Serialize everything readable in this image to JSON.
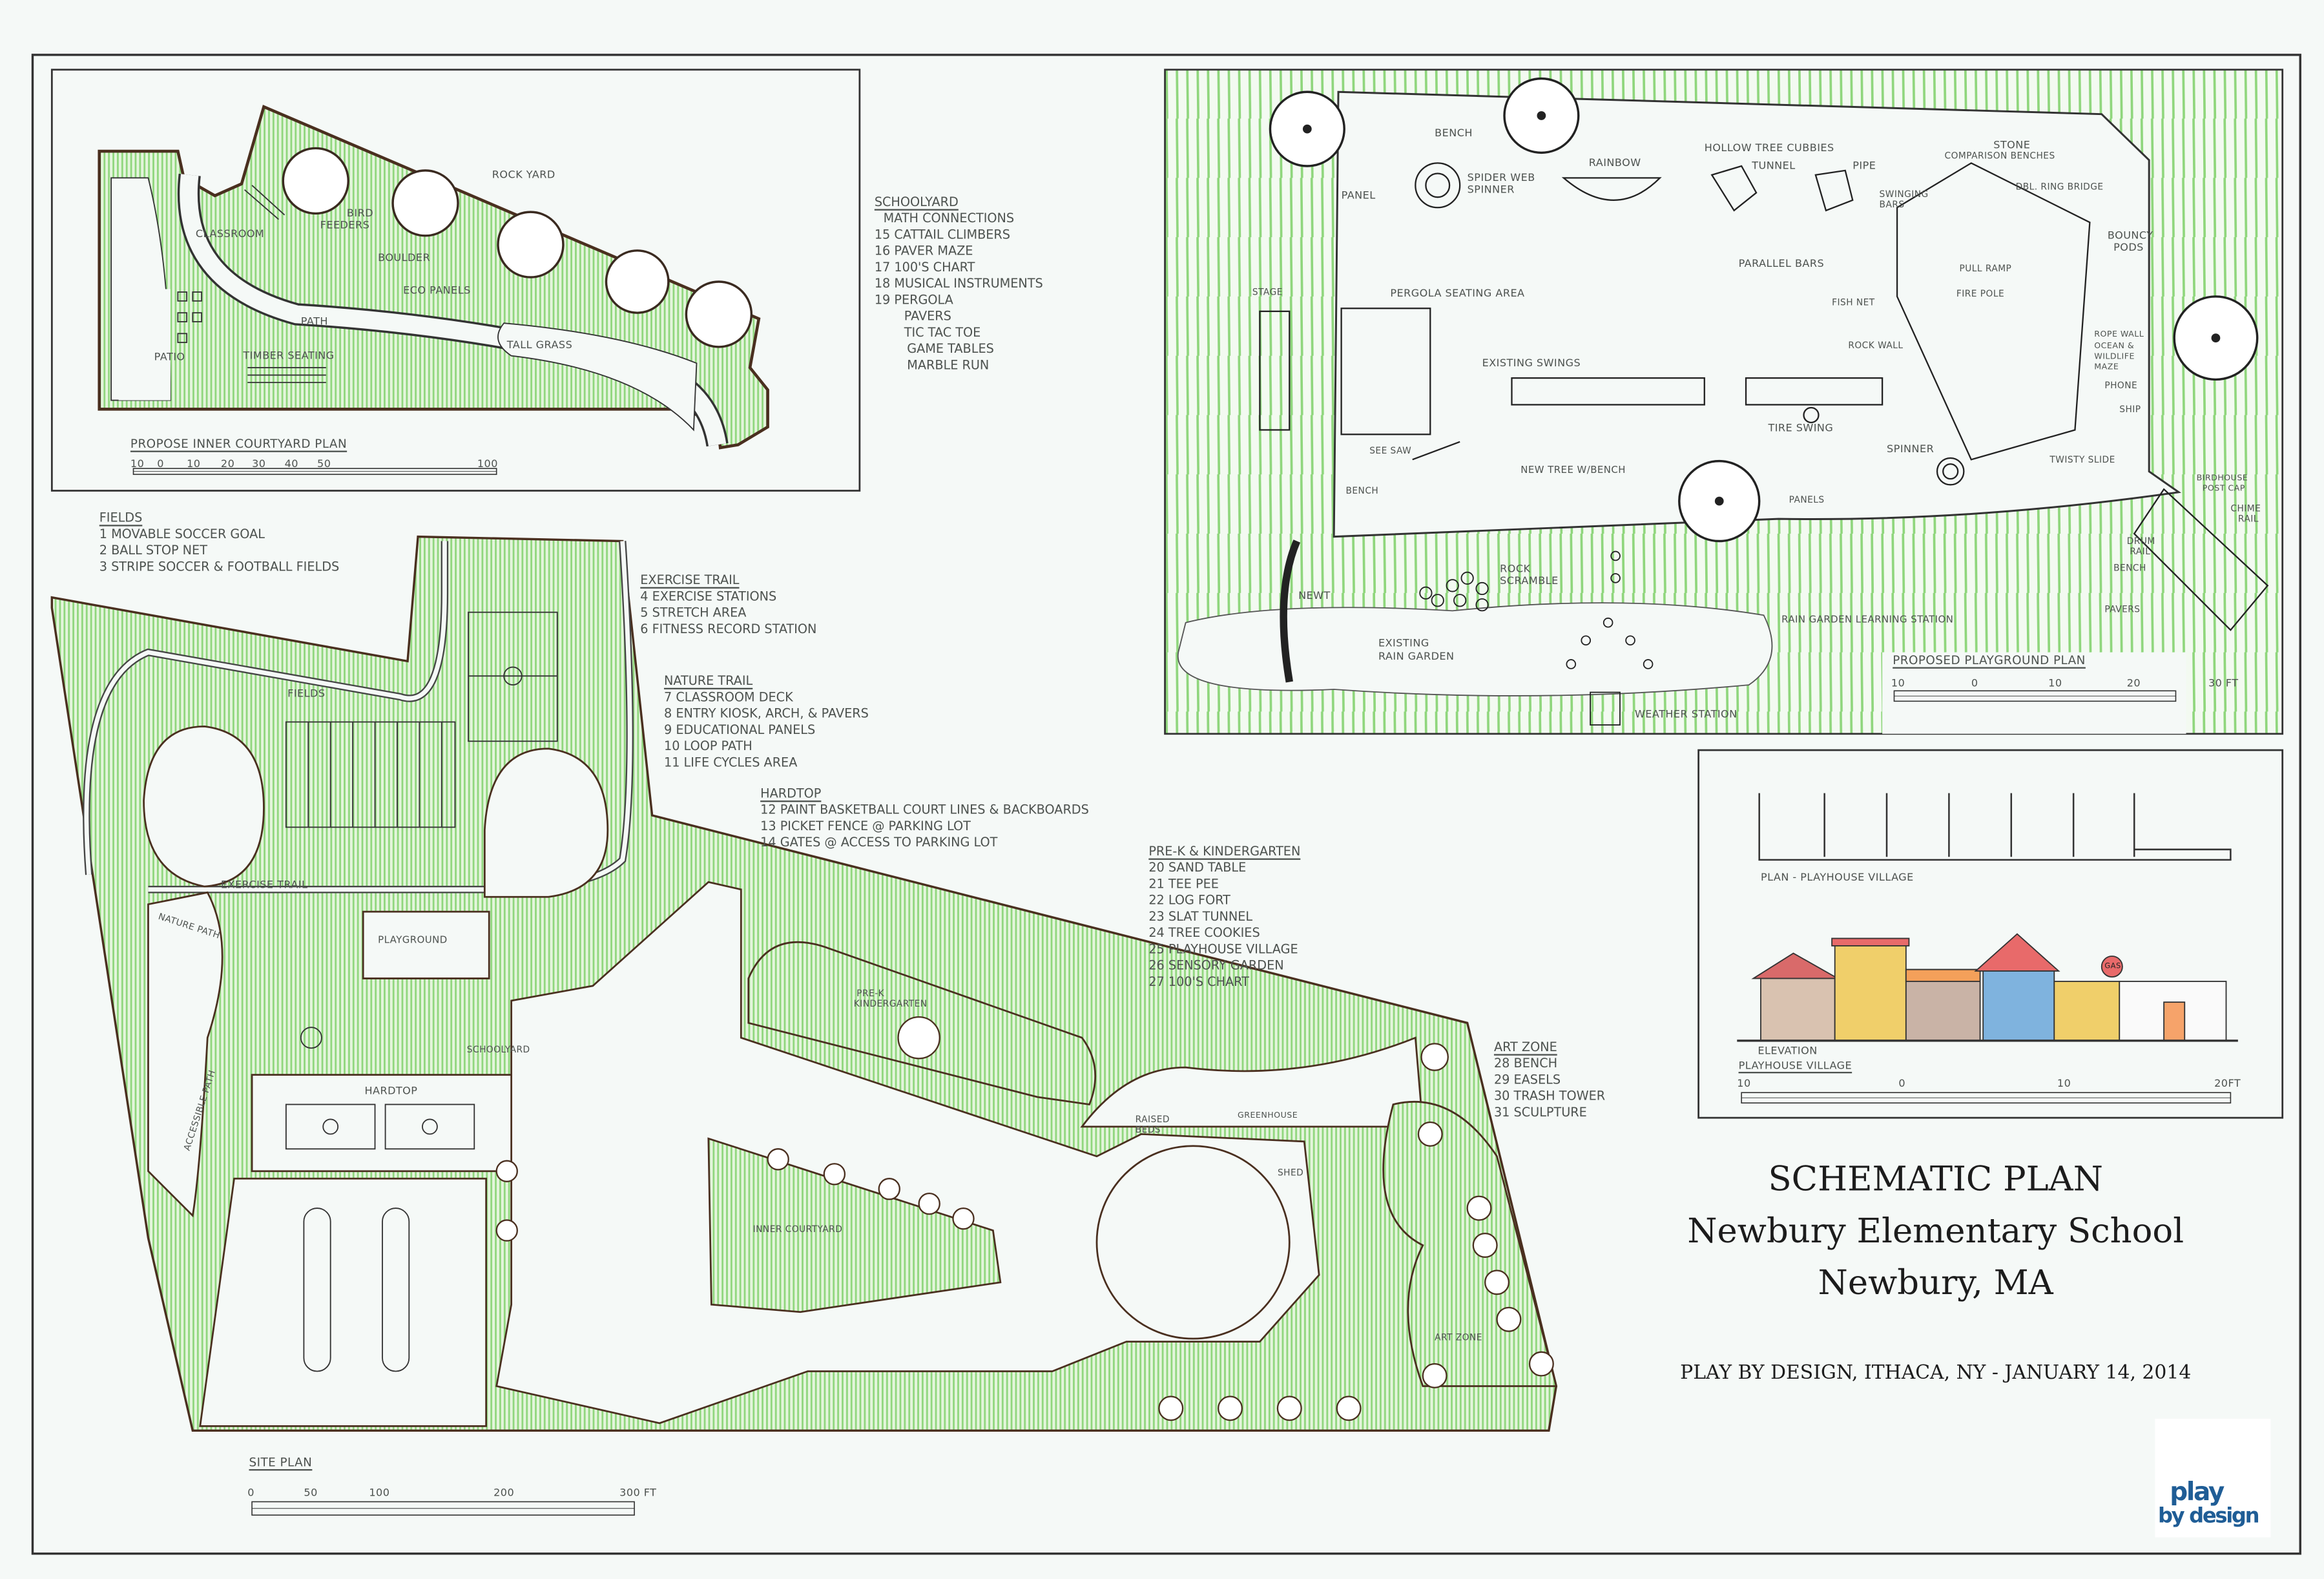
{
  "title": {
    "main": "SCHEMATIC PLAN",
    "school": "Newbury Elementary School",
    "location": "Newbury, MA",
    "credit": "PLAY BY DESIGN, ITHACA, NY - JANUARY 14, 2014"
  },
  "logo": {
    "line1": "play",
    "line2": "by design"
  },
  "colors": {
    "grass": "#8fd67c",
    "ink": "#2b2b2b",
    "brown_ink": "#5a3a26",
    "logo_blue": "#1f5d96",
    "logo_magenta": "#b0236e",
    "logo_orange": "#f08a24",
    "logo_green": "#6ab04c"
  },
  "legends": {
    "schoolyard": {
      "heading": "SCHOOLYARD",
      "items": [
        "MATH CONNECTIONS",
        "15 CATTAIL CLIMBERS",
        "16 PAVER MAZE",
        "17 100'S CHART",
        "18 MUSICAL INSTRUMENTS",
        "19 PERGOLA",
        "PAVERS",
        "TIC TAC TOE",
        "GAME TABLES",
        "MARBLE RUN"
      ]
    },
    "fields": {
      "heading": "FIELDS",
      "items": [
        "1 MOVABLE SOCCER GOAL",
        "2 BALL STOP NET",
        "3 STRIPE SOCCER & FOOTBALL FIELDS"
      ]
    },
    "exercise_trail": {
      "heading": "EXERCISE TRAIL",
      "items": [
        "4 EXERCISE STATIONS",
        "5 STRETCH AREA",
        "6 FITNESS RECORD STATION"
      ]
    },
    "nature_trail": {
      "heading": "NATURE TRAIL",
      "items": [
        "7 CLASSROOM DECK",
        "8 ENTRY KIOSK, ARCH, & PAVERS",
        "9 EDUCATIONAL PANELS",
        "10 LOOP PATH",
        "11 LIFE CYCLES AREA"
      ]
    },
    "hardtop": {
      "heading": "HARDTOP",
      "items": [
        "12 PAINT BASKETBALL COURT LINES & BACKBOARDS",
        "13 PICKET FENCE @ PARKING LOT",
        "14 GATES @ ACCESS TO PARKING LOT"
      ]
    },
    "prek": {
      "heading": "PRE-K & KINDERGARTEN",
      "items": [
        "20 SAND TABLE",
        "21 TEE PEE",
        "22 LOG FORT",
        "23 SLAT TUNNEL",
        "24 TREE COOKIES",
        "25 PLAYHOUSE VILLAGE",
        "26 SENSORY GARDEN",
        "27 100'S CHART"
      ]
    },
    "art_zone": {
      "heading": "ART ZONE",
      "items": [
        "28 BENCH",
        "29 EASELS",
        "30 TRASH TOWER",
        "31 SCULPTURE"
      ]
    }
  },
  "inner_courtyard": {
    "title": "PROPOSE INNER COURTYARD PLAN",
    "labels": {
      "rock_yard": "ROCK YARD",
      "bird": "BIRD",
      "feeders": "FEEDERS",
      "classroom": "CLASSROOM",
      "boulder": "BOULDER",
      "eco_panels": "ECO PANELS",
      "path": "PATH",
      "tall_grass": "TALL GRASS",
      "patio": "PATIO",
      "timber_seating": "TIMBER SEATING"
    },
    "scale": [
      "10",
      "0",
      "10",
      "20",
      "30",
      "40",
      "50",
      "100"
    ]
  },
  "playground": {
    "title": "PROPOSED PLAYGROUND PLAN",
    "labels": {
      "bench_top": "BENCH",
      "panel": "PANEL",
      "spider1": "SPIDER WEB",
      "spider2": "SPINNER",
      "rainbow": "RAINBOW",
      "hollow": "HOLLOW TREE CUBBIES",
      "tunnel": "TUNNEL",
      "pipe": "PIPE",
      "stone": "STONE",
      "comparison": "COMPARISON BENCHES",
      "swinging1": "SWINGING",
      "swinging2": "BARS",
      "ring_bridge": "DBL. RING BRIDGE",
      "bouncy1": "BOUNCY",
      "bouncy2": "PODS",
      "parallel": "PARALLEL BARS",
      "pull_ramp": "PULL RAMP",
      "fire_pole": "FIRE POLE",
      "fish_net": "FISH NET",
      "stage": "STAGE",
      "pergola": "PERGOLA SEATING AREA",
      "rock_wall": "ROCK WALL",
      "rope_wall": "ROPE WALL",
      "ocean1": "OCEAN &",
      "ocean2": "WILDLIFE",
      "ocean3": "MAZE",
      "phone": "PHONE",
      "ship": "SHIP",
      "existing_swings": "EXISTING SWINGS",
      "tire_swing": "TIRE SWING",
      "spinner": "SPINNER",
      "twisty": "TWISTY SLIDE",
      "see_saw": "SEE SAW",
      "new_tree": "NEW TREE W/BENCH",
      "birdhouse1": "BIRDHOUSE",
      "birdhouse2": "POST CAP",
      "bench_left": "BENCH",
      "panels": "PANELS",
      "chime1": "CHIME",
      "chime2": "RAIL",
      "drum1": "DRUM",
      "drum2": "RAIL",
      "bench_right": "BENCH",
      "newt": "NEWT",
      "rock1": "ROCK",
      "rock2": "SCRAMBLE",
      "rain_station": "RAIN GARDEN LEARNING STATION",
      "pavers": "PAVERS",
      "rain1": "EXISTING",
      "rain2": "RAIN GARDEN",
      "weather": "WEATHER STATION"
    },
    "scale": [
      "10",
      "0",
      "10",
      "20",
      "30 FT"
    ]
  },
  "playhouse": {
    "plan_label": "PLAN - PLAYHOUSE VILLAGE",
    "elevation_label": "ELEVATION",
    "elevation_title": "PLAYHOUSE VILLAGE",
    "sign": "GAS",
    "scale": [
      "10",
      "0",
      "10",
      "20FT"
    ]
  },
  "site_plan": {
    "title": "SITE PLAN",
    "labels": {
      "fields": "FIELDS",
      "exercise_trail": "EXERCISE TRAIL",
      "nature_path": "NATURE PATH",
      "playground": "PLAYGROUND",
      "hardtop": "HARDTOP",
      "schoolyard": "SCHOOLYARD",
      "accessible_path": "ACCESSIBLE PATH",
      "prek1": "PRE-K",
      "prek2": "KINDERGARTEN",
      "inner_courtyard": "INNER COURTYARD",
      "raised": "RAISED",
      "beds": "BEDS",
      "greenhouse": "GREENHOUSE",
      "shed": "SHED",
      "art_zone": "ART ZONE"
    },
    "scale": [
      "0",
      "50",
      "100",
      "200",
      "300 FT"
    ]
  }
}
